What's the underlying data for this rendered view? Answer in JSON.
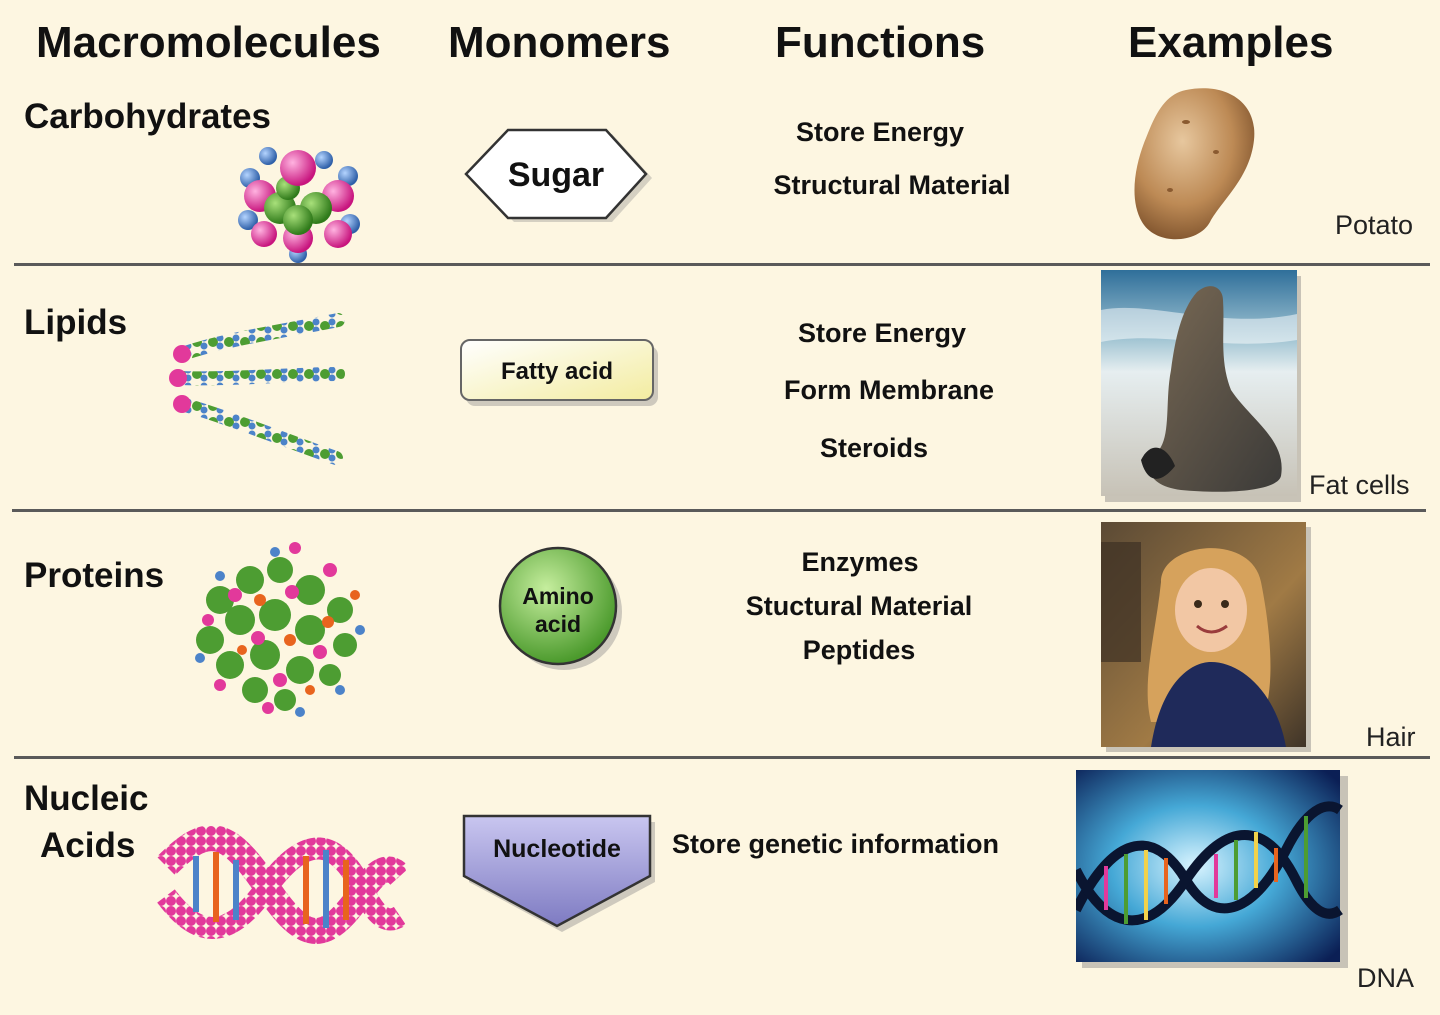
{
  "headers": {
    "macromolecules": "Macromolecules",
    "monomers": "Monomers",
    "functions": "Functions",
    "examples": "Examples"
  },
  "rows": [
    {
      "name": "Carbohydrates",
      "monomer": "Sugar",
      "functions": [
        "Store Energy",
        "Structural Material"
      ],
      "example_caption": "Potato",
      "example_icon": "potato-photo"
    },
    {
      "name": "Lipids",
      "monomer": "Fatty acid",
      "functions": [
        "Store Energy",
        "Form Membrane",
        "Steroids"
      ],
      "example_caption": "Fat cells",
      "example_icon": "sea-lion-photo"
    },
    {
      "name": "Proteins",
      "monomer": "Amino acid",
      "monomer_lines": [
        "Amino",
        "acid"
      ],
      "functions": [
        "Enzymes",
        "Stuctural Material",
        "Peptides"
      ],
      "example_caption": "Hair",
      "example_icon": "girl-hair-photo"
    },
    {
      "name_lines": [
        "Nucleic",
        "Acids"
      ],
      "monomer": "Nucleotide",
      "functions": [
        "Store genetic information"
      ],
      "example_caption": "DNA",
      "example_icon": "dna-helix-image"
    }
  ],
  "colors": {
    "background": "#fdf6e1",
    "sugar_fill": "#ffffff",
    "fatty_acid_fill": "#fbf6c8",
    "amino_acid_fill": "#7cc44a",
    "nucleotide_fill": "#a9a8dc",
    "atom_pink": "#e2399b",
    "atom_green": "#4d9d32",
    "atom_blue": "#4c83c9",
    "atom_orange": "#e8641e"
  }
}
